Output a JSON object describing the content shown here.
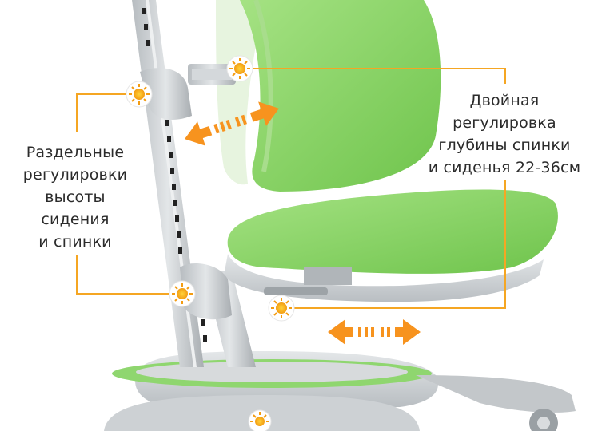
{
  "left_callout": {
    "lines": [
      "Раздельные",
      "регулировки",
      "высоты",
      "сидения",
      "и спинки"
    ]
  },
  "right_callout": {
    "lines": [
      "Двойная",
      "регулировка",
      "глубины спинки",
      "и сиденья 22-36см"
    ]
  },
  "colors": {
    "seat_fabric": "#8fd66f",
    "frame_gray": "#c9cdd0",
    "accent_orange": "#f7a41d",
    "callout_line": "#f5a623",
    "text": "#2b2b2b"
  },
  "icons": [
    "sun-adjuster-icon",
    "double-arrow-icon"
  ]
}
